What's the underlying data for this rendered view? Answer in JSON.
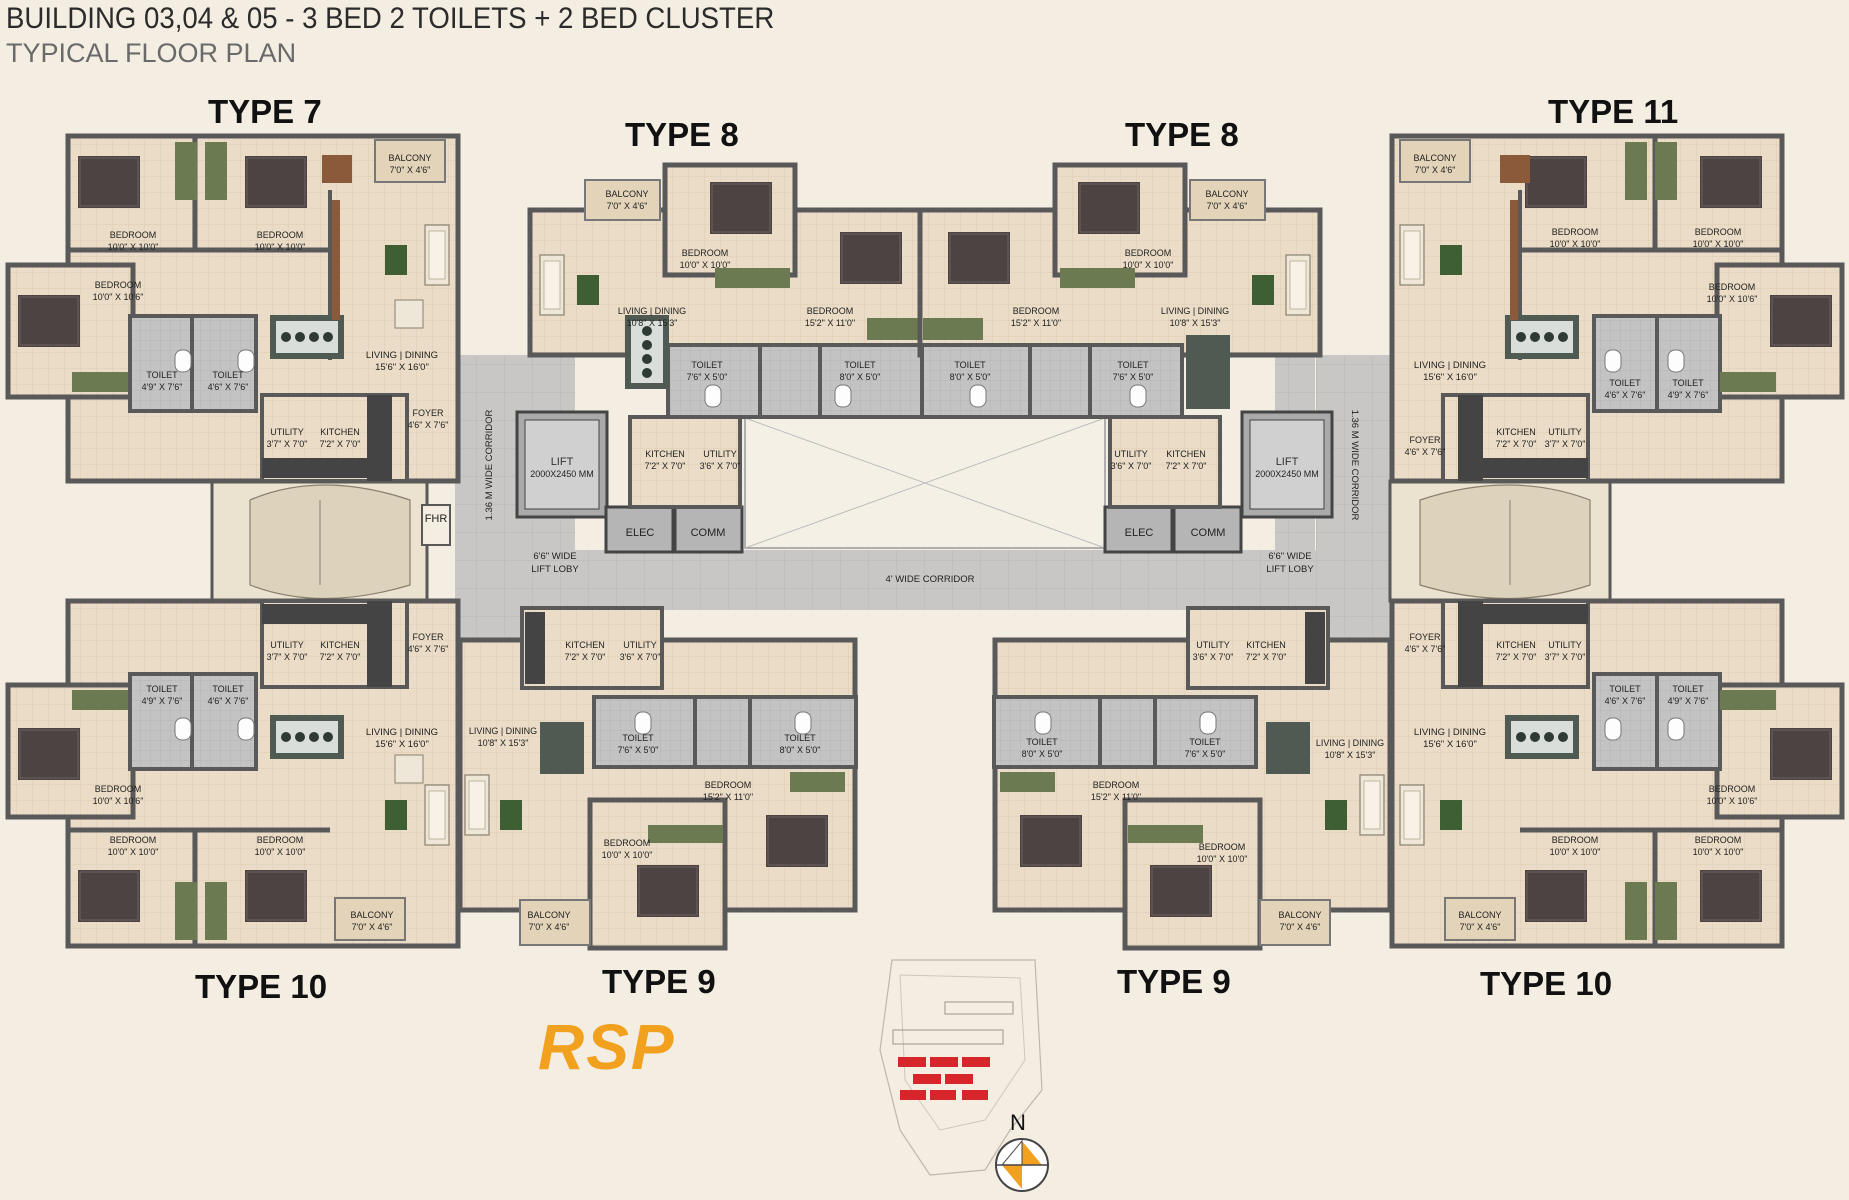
{
  "header": {
    "title": "BUILDING 03,04 & 05 - 3 BED 2 TOILETS + 2 BED CLUSTER",
    "subtitle": "TYPICAL FLOOR PLAN"
  },
  "types": {
    "t7": "TYPE 7",
    "t8a": "TYPE 8",
    "t8b": "TYPE 8",
    "t11": "TYPE 11",
    "t10a": "TYPE 10",
    "t9a": "TYPE 9",
    "t9b": "TYPE 9",
    "t10b": "TYPE 10"
  },
  "rooms": {
    "balcony": "BALCONY",
    "balcony_size": "7'0\" X 4'6\"",
    "bedroom": "BEDROOM",
    "bed_10x10": "10'0\" X 10'0\"",
    "bed_10x106": "10'0\" X 10'6\"",
    "bed_152x11": "15'2\" X 11'0\"",
    "toilet": "TOILET",
    "toilet_49x76": "4'9\" X 7'6\"",
    "toilet_46x76": "4'6\" X 7'6\"",
    "toilet_76x5": "7'6\" X 5'0\"",
    "toilet_8x5": "8'0\" X 5'0\"",
    "living_dining": "LIVING | DINING",
    "ld_156x16": "15'6\" X 16'0\"",
    "ld_108x153": "10'8\" X 15'3\"",
    "foyer": "FOYER",
    "foyer_size": "4'6\" X 7'6\"",
    "utility": "UTILITY",
    "utility_37x7": "3'7\" X 7'0\"",
    "utility_36x7": "3'6\" X 7'0\"",
    "kitchen": "KITCHEN",
    "kitchen_72x7": "7'2\" X 7'0\""
  },
  "core": {
    "lift": "LIFT",
    "lift_size": "2000X2450 MM",
    "elec": "ELEC",
    "comm": "COMM",
    "fhr": "FHR",
    "lobby1": "6'6\" WIDE",
    "lobby2": "LIFT LOBY",
    "corridor_4": "4' WIDE CORRIDOR",
    "corridor_136": "1.36 M WIDE CORRIDOR"
  },
  "brand": {
    "logo": "RSP"
  },
  "compass": {
    "north": "N"
  },
  "colors": {
    "background": "#f3ede2",
    "floor": "#eadcc6",
    "wall": "#595959",
    "corridor": "#c9c7c5",
    "bed": "#4d4342",
    "wood": "#8a5a3a",
    "green": "#3e5f33",
    "logo": "#f2a11f",
    "keymap_red": "#d7262b"
  }
}
